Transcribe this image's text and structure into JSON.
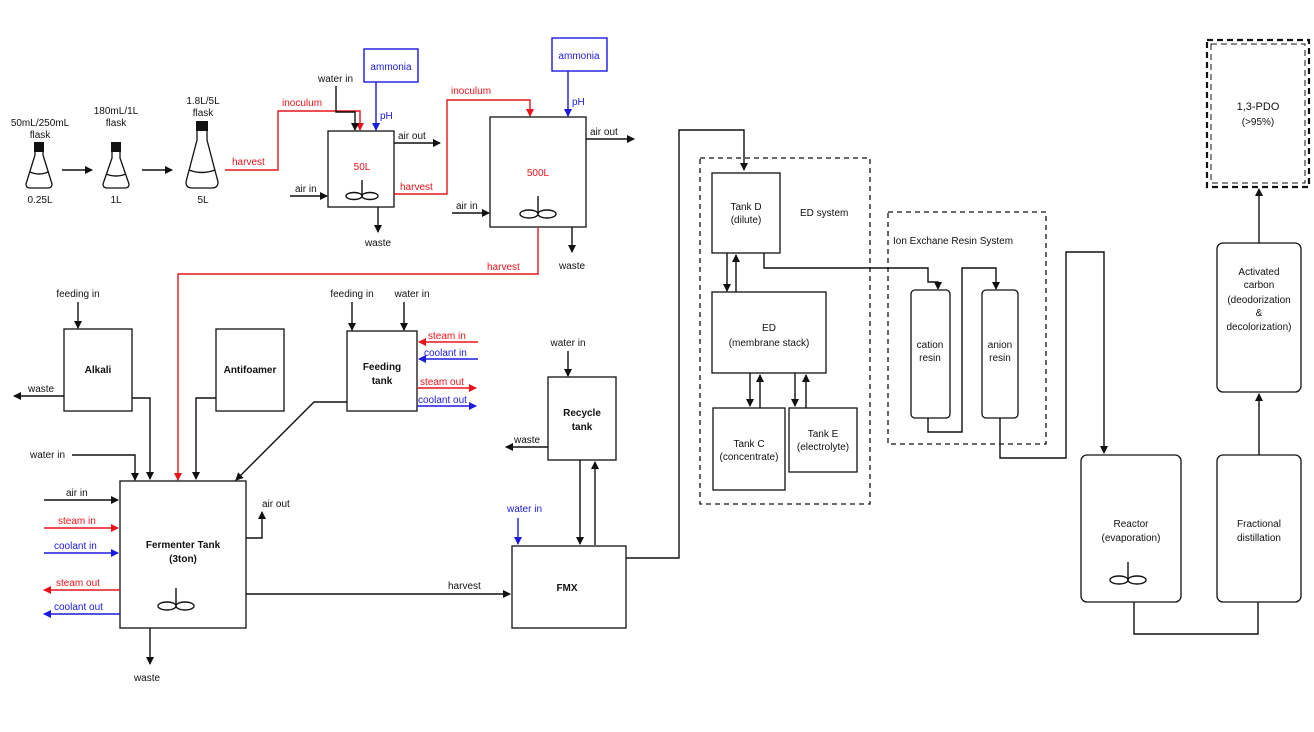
{
  "flasks": {
    "f1_top": "50mL/250mL",
    "f1_mid": "flask",
    "f1_vol": "0.25L",
    "f2_top": "180mL/1L",
    "f2_mid": "flask",
    "f2_vol": "1L",
    "f3_top": "1.8L/5L",
    "f3_mid": "flask",
    "f3_vol": "5L"
  },
  "seed": {
    "harvest1": "harvest",
    "inoculum1": "inoculum",
    "water_in": "water in",
    "ammonia1": "ammonia",
    "ph1": "pH",
    "air_out1": "air out",
    "tank50": "50L",
    "air_in1": "air in",
    "waste1": "waste",
    "harvest2": "harvest",
    "inoculum2": "inoculum",
    "ammonia2": "ammonia",
    "ph2": "pH",
    "air_out2": "air out",
    "tank500": "500L",
    "air_in2": "air in",
    "waste2": "waste",
    "harvest3": "harvest"
  },
  "fermentation": {
    "alkali_feed": "feeding in",
    "alkali": "Alkali",
    "alkali_waste": "waste",
    "antifoamer": "Antifoamer",
    "feed_in": "feeding in",
    "feed_water": "water in",
    "feeding_tank_1": "Feeding",
    "feeding_tank_2": "tank",
    "steam_in": "steam in",
    "coolant_in": "coolant in",
    "steam_out": "steam out",
    "coolant_out": "coolant out",
    "water_in": "water in",
    "air_in": "air in",
    "ferm_steam_in": "steam in",
    "ferm_coolant_in": "coolant in",
    "ferm_steam_out": "steam out",
    "ferm_coolant_out": "coolant out",
    "fermenter_1": "Fermenter Tank",
    "fermenter_2": "(3ton)",
    "air_out": "air out",
    "waste": "waste",
    "harvest": "harvest"
  },
  "purification": {
    "recycle_water": "water in",
    "recycle_1": "Recycle",
    "recycle_2": "tank",
    "recycle_waste": "waste",
    "fmx_water": "water in",
    "fmx": "FMX",
    "ed_system": "ED system",
    "tank_d_1": "Tank D",
    "tank_d_2": "(dilute)",
    "ed_1": "ED",
    "ed_2": "(membrane stack)",
    "tank_c_1": "Tank C",
    "tank_c_2": "(concentrate)",
    "tank_e_1": "Tank E",
    "tank_e_2": "(electrolyte)",
    "ion_system": "Ion Exchane Resin System",
    "cation_1": "cation",
    "cation_2": "resin",
    "anion_1": "anion",
    "anion_2": "resin",
    "reactor_1": "Reactor",
    "reactor_2": "(evaporation)",
    "frac_1": "Fractional",
    "frac_2": "distillation",
    "carbon_1": "Activated",
    "carbon_2": "carbon",
    "carbon_3": "(deodorization",
    "carbon_4": "&",
    "carbon_5": "decolorization)",
    "product_1": "1,3-PDO",
    "product_2": "(>95%)"
  },
  "colors": {
    "red": "#e8141b",
    "blue": "#1a1ae0",
    "line": "#111111"
  }
}
